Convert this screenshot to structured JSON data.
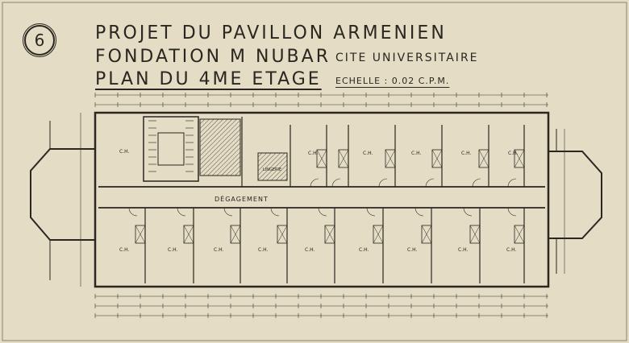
{
  "sheet_number": "6",
  "title": {
    "line1": "PROJET DU PAVILLON ARMENIEN",
    "line2": "FONDATION M NUBAR",
    "line2_right": "CITE UNIVERSITAIRE",
    "line3": "PLAN DU 4ME ETAGE",
    "scale": "ECHELLE : 0.02 C.P.M."
  },
  "labels": {
    "corridor": "DÉGAGEMENT",
    "room": "C.H.",
    "linen": "LINGERIE"
  },
  "colors": {
    "paper": "#e4dcc4",
    "ink": "#2a2620",
    "hatch": "#5a5448"
  }
}
